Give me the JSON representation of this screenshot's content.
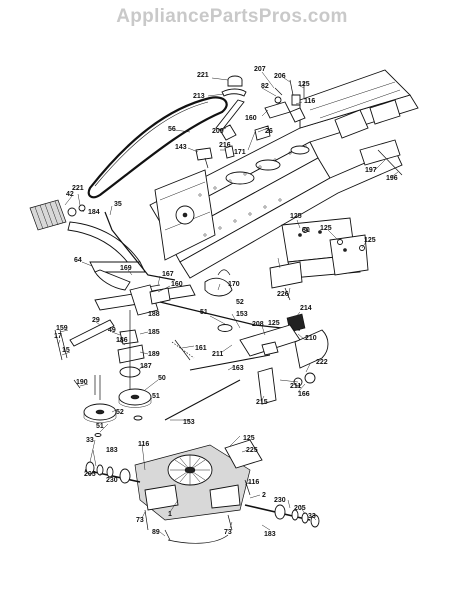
{
  "watermark": "AppliancePartsPros.com",
  "callouts": [
    {
      "id": "c221a",
      "text": "221"
    },
    {
      "id": "c213",
      "text": "213"
    },
    {
      "id": "c207",
      "text": "207"
    },
    {
      "id": "c206",
      "text": "206"
    },
    {
      "id": "c125a",
      "text": "125"
    },
    {
      "id": "c82",
      "text": "82"
    },
    {
      "id": "c116a",
      "text": "116"
    },
    {
      "id": "c160a",
      "text": "160"
    },
    {
      "id": "c26",
      "text": "26"
    },
    {
      "id": "c209",
      "text": "209"
    },
    {
      "id": "c56",
      "text": "56"
    },
    {
      "id": "c143",
      "text": "143"
    },
    {
      "id": "c216",
      "text": "216"
    },
    {
      "id": "c171",
      "text": "171"
    },
    {
      "id": "c197",
      "text": "197"
    },
    {
      "id": "c196",
      "text": "196"
    },
    {
      "id": "c42",
      "text": "42"
    },
    {
      "id": "c221b",
      "text": "221"
    },
    {
      "id": "c184",
      "text": "184"
    },
    {
      "id": "c35",
      "text": "35"
    },
    {
      "id": "c125b",
      "text": "125"
    },
    {
      "id": "c80",
      "text": "80"
    },
    {
      "id": "c125c",
      "text": "125"
    },
    {
      "id": "c125d",
      "text": "125"
    },
    {
      "id": "c64",
      "text": "64"
    },
    {
      "id": "c169",
      "text": "169"
    },
    {
      "id": "c167",
      "text": "167"
    },
    {
      "id": "c160b",
      "text": "160"
    },
    {
      "id": "c170",
      "text": "170"
    },
    {
      "id": "c226",
      "text": "226"
    },
    {
      "id": "c214",
      "text": "214"
    },
    {
      "id": "c52a",
      "text": "52"
    },
    {
      "id": "c51a",
      "text": "51"
    },
    {
      "id": "c188",
      "text": "188"
    },
    {
      "id": "c153a",
      "text": "153"
    },
    {
      "id": "c125e",
      "text": "125"
    },
    {
      "id": "c208",
      "text": "208"
    },
    {
      "id": "c210",
      "text": "210"
    },
    {
      "id": "c29",
      "text": "29"
    },
    {
      "id": "c159",
      "text": "159"
    },
    {
      "id": "c49",
      "text": "49"
    },
    {
      "id": "c185",
      "text": "185"
    },
    {
      "id": "c17",
      "text": "17"
    },
    {
      "id": "c186",
      "text": "186"
    },
    {
      "id": "c161",
      "text": "161"
    },
    {
      "id": "c15",
      "text": "15"
    },
    {
      "id": "c189",
      "text": "189"
    },
    {
      "id": "c211a",
      "text": "211"
    },
    {
      "id": "c222",
      "text": "222"
    },
    {
      "id": "c187",
      "text": "187"
    },
    {
      "id": "c163",
      "text": "163"
    },
    {
      "id": "c190",
      "text": "190"
    },
    {
      "id": "c50",
      "text": "50"
    },
    {
      "id": "c211b",
      "text": "211"
    },
    {
      "id": "c166",
      "text": "166"
    },
    {
      "id": "c52b",
      "text": "52"
    },
    {
      "id": "c51b",
      "text": "51"
    },
    {
      "id": "c215",
      "text": "215"
    },
    {
      "id": "c153b",
      "text": "153"
    },
    {
      "id": "c51c",
      "text": "51"
    },
    {
      "id": "c125f",
      "text": "125"
    },
    {
      "id": "c225",
      "text": "225"
    },
    {
      "id": "c33a",
      "text": "33"
    },
    {
      "id": "c116b",
      "text": "116"
    },
    {
      "id": "c183a",
      "text": "183"
    },
    {
      "id": "c205a",
      "text": "205"
    },
    {
      "id": "c230a",
      "text": "230"
    },
    {
      "id": "c116c",
      "text": "116"
    },
    {
      "id": "c2",
      "text": "2"
    },
    {
      "id": "c230b",
      "text": "230"
    },
    {
      "id": "c205b",
      "text": "205"
    },
    {
      "id": "c1",
      "text": "1"
    },
    {
      "id": "c33b",
      "text": "33"
    },
    {
      "id": "c73a",
      "text": "73"
    },
    {
      "id": "c73b",
      "text": "73"
    },
    {
      "id": "c89",
      "text": "89"
    },
    {
      "id": "c183b",
      "text": "183"
    }
  ]
}
